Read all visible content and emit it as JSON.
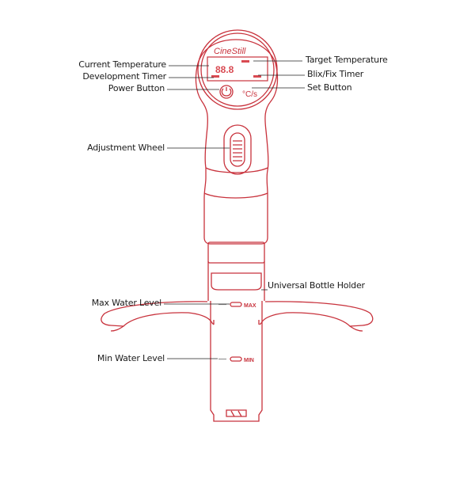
{
  "labels": {
    "current_temperature": "Current Temperature",
    "development_timer": "Development Timer",
    "power_button": "Power Button",
    "target_temperature": "Target Temperature",
    "blix_fix_timer": "Blix/Fix Timer",
    "set_button": "Set Button",
    "adjustment_wheel": "Adjustment Wheel",
    "universal_bottle_holder": "Universal Bottle Holder",
    "max_water_level": "Max Water Level",
    "min_water_level": "Min Water Level"
  },
  "device": {
    "brand": "CineStill",
    "display_reading": "88.8",
    "max_mark": "MAX",
    "min_mark": "MIN",
    "set_glyph": "°C/s"
  },
  "colors": {
    "outline": "#c8323c",
    "screen": "#d94a52",
    "leader": "#222222"
  }
}
